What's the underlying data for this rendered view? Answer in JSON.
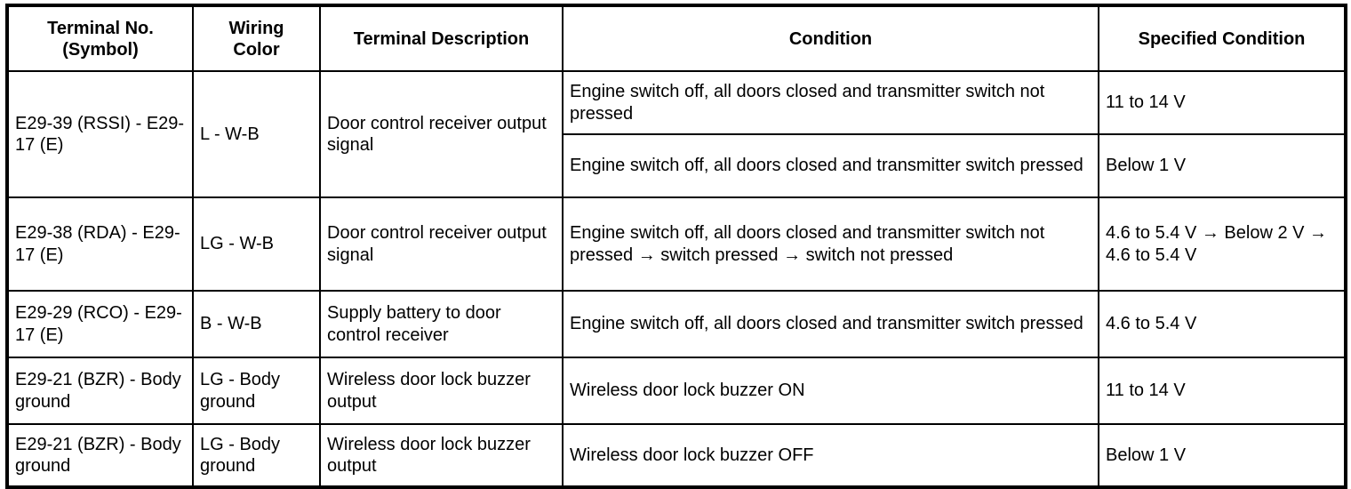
{
  "table": {
    "columns": [
      {
        "id": "terminal",
        "label": "Terminal No.\n(Symbol)"
      },
      {
        "id": "wiring",
        "label": "Wiring\nColor"
      },
      {
        "id": "description",
        "label": "Terminal Description"
      },
      {
        "id": "condition",
        "label": "Condition"
      },
      {
        "id": "specified",
        "label": "Specified Condition"
      }
    ],
    "rows": [
      {
        "terminal": "E29-39 (RSSI) - E29-17 (E)",
        "wiring": "L - W-B",
        "description": "Door control receiver output signal",
        "subrows": [
          {
            "condition": "Engine switch off, all doors closed and transmitter switch not pressed",
            "specified": "11 to 14 V"
          },
          {
            "condition": "Engine switch off, all doors closed and transmitter switch pressed",
            "specified": "Below 1 V"
          }
        ]
      },
      {
        "terminal": "E29-38 (RDA) - E29-17 (E)",
        "wiring": "LG - W-B",
        "description": "Door control receiver output signal",
        "subrows": [
          {
            "condition": "Engine switch off, all doors closed and transmitter switch not pressed → switch pressed → switch not pressed",
            "specified": "4.6 to 5.4 V → Below 2 V → 4.6 to 5.4 V"
          }
        ]
      },
      {
        "terminal": "E29-29 (RCO) - E29-17 (E)",
        "wiring": "B - W-B",
        "description": "Supply battery to door control receiver",
        "subrows": [
          {
            "condition": "Engine switch off, all doors closed and transmitter switch pressed",
            "specified": "4.6 to 5.4 V"
          }
        ]
      },
      {
        "terminal": "E29-21 (BZR) - Body ground",
        "wiring": "LG - Body ground",
        "description": "Wireless door lock buzzer output",
        "subrows": [
          {
            "condition": "Wireless door lock buzzer ON",
            "specified": "11 to 14 V"
          }
        ]
      },
      {
        "terminal": "E29-21 (BZR) - Body ground",
        "wiring": "LG - Body ground",
        "description": "Wireless door lock buzzer output",
        "subrows": [
          {
            "condition": "Wireless door lock buzzer OFF",
            "specified": "Below 1 V"
          }
        ]
      }
    ]
  },
  "colors": {
    "border": "#000000",
    "text": "#000000",
    "background": "#ffffff"
  }
}
